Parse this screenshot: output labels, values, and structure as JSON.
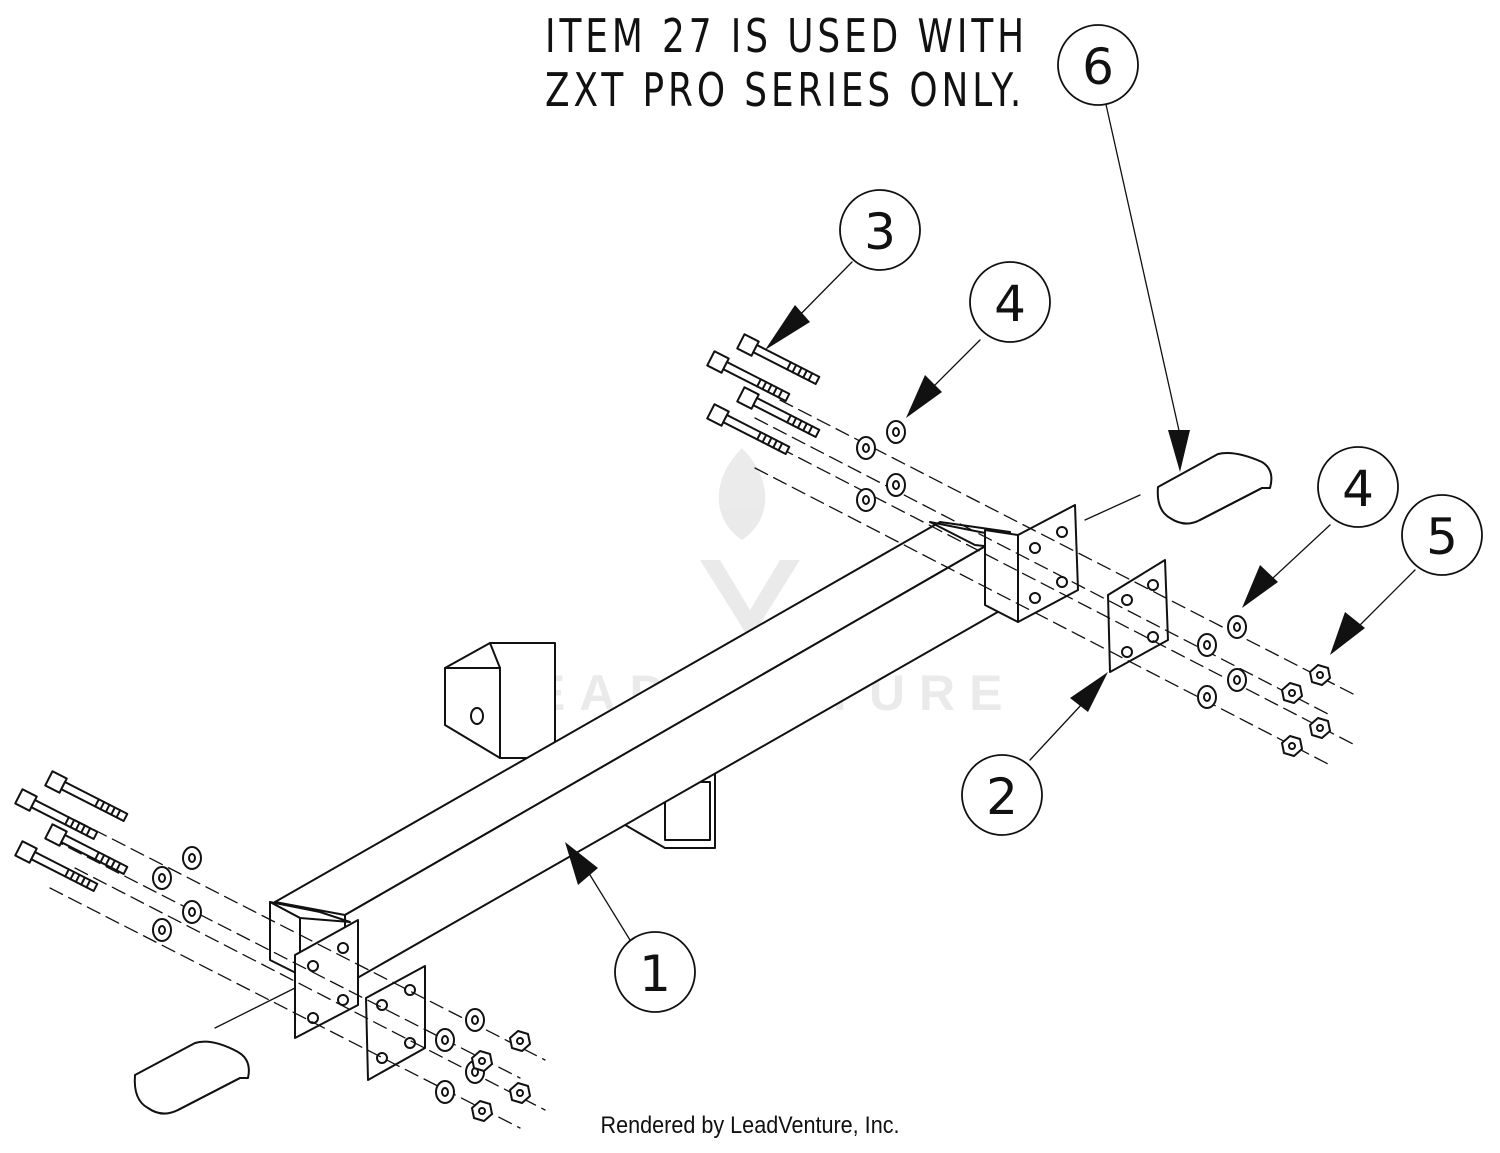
{
  "note": {
    "line1": "ITEM 27 IS USED WITH",
    "line2": "ZXT PRO SERIES ONLY."
  },
  "callouts": [
    {
      "id": "callout-1",
      "label": "1"
    },
    {
      "id": "callout-2",
      "label": "2"
    },
    {
      "id": "callout-3",
      "label": "3"
    },
    {
      "id": "callout-4-upper",
      "label": "4"
    },
    {
      "id": "callout-4-lower",
      "label": "4"
    },
    {
      "id": "callout-5",
      "label": "5"
    },
    {
      "id": "callout-6",
      "label": "6"
    }
  ],
  "watermark": {
    "text": "LEADVENTURE"
  },
  "footer": {
    "text": "Rendered by LeadVenture, Inc."
  },
  "colors": {
    "ink": "#111111",
    "watermark": "#e3e3e3"
  }
}
